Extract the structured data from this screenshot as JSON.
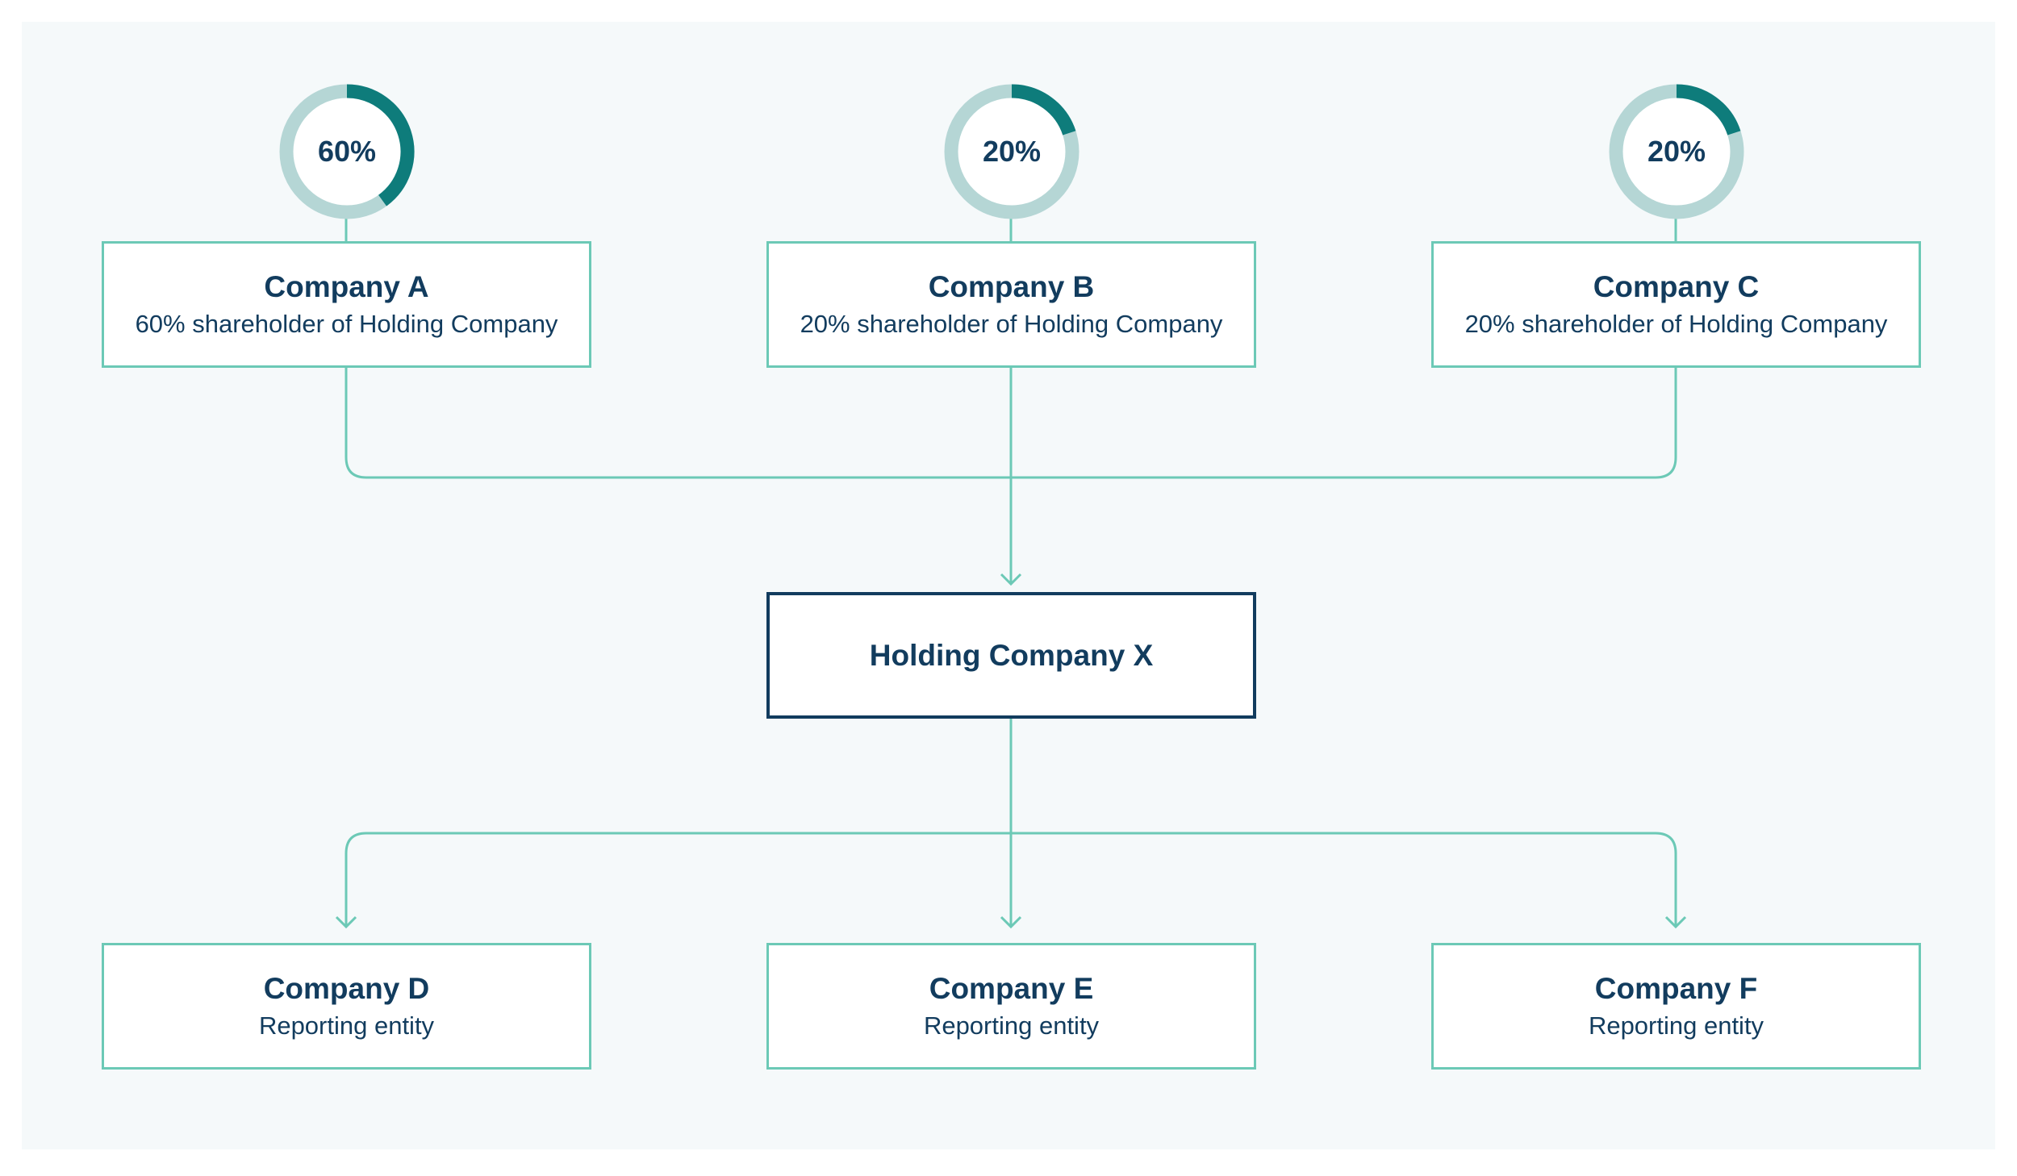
{
  "colors": {
    "panel": "#f5f9fa",
    "connector": "#6cc9b6",
    "box_border": "#6cc9b6",
    "hub_border": "#123c5e",
    "text": "#123c5e",
    "ring_track": "#b5d6d5",
    "ring_fill": "#0e7c7b"
  },
  "shareholders": [
    {
      "name": "Company A",
      "description": "60% shareholder of Holding Company",
      "ownership_label": "60%",
      "ownership_fraction": 0.6
    },
    {
      "name": "Company B",
      "description": "20% shareholder of Holding Company",
      "ownership_label": "20%",
      "ownership_fraction": 0.2
    },
    {
      "name": "Company C",
      "description": "20% shareholder of Holding Company",
      "ownership_label": "20%",
      "ownership_fraction": 0.2
    }
  ],
  "holding": {
    "name": "Holding Company X"
  },
  "subsidiaries": [
    {
      "name": "Company D",
      "description": "Reporting entity"
    },
    {
      "name": "Company E",
      "description": "Reporting entity"
    },
    {
      "name": "Company F",
      "description": "Reporting entity"
    }
  ]
}
